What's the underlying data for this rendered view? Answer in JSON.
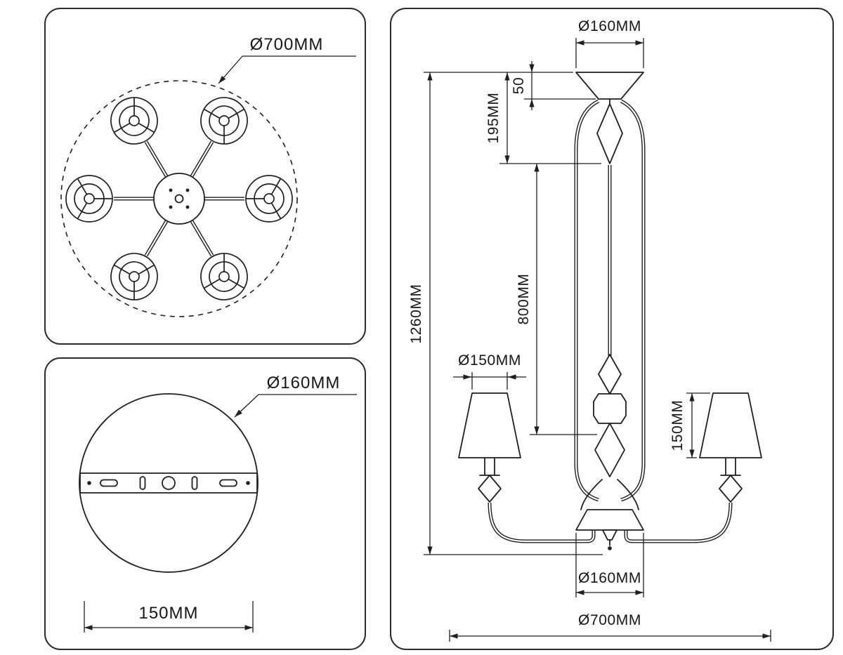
{
  "page": {
    "background": "#ffffff",
    "line_color": "#1f1f1f"
  },
  "top_view": {
    "outer_diameter_label": "Ø700MM"
  },
  "mount_plate": {
    "canopy_diameter_label": "Ø160MM",
    "bracket_width_label": "150MM"
  },
  "side_view": {
    "canopy_diameter_label": "Ø160MM",
    "canopy_height_label": "50",
    "upper_section_height_label": "195MM",
    "rod_section_height_label": "800MM",
    "total_height_label": "1260MM",
    "shade_diameter_label": "Ø150MM",
    "shade_height_label": "150MM",
    "base_diameter_label": "Ø160MM",
    "overall_width_label": "Ø700MM"
  }
}
